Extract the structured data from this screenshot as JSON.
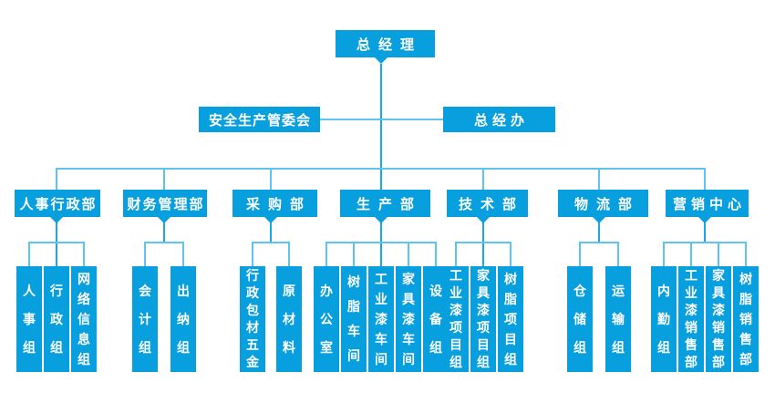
{
  "root": {
    "label": "总经理"
  },
  "staff": [
    {
      "label": "安全生产管委会"
    },
    {
      "label": "总经办"
    }
  ],
  "departments": [
    {
      "label": "人事行政部",
      "children": [
        "人事组",
        "行政组",
        "网络信息组"
      ]
    },
    {
      "label": "财务管理部",
      "children": [
        "会计组",
        "出纳组"
      ]
    },
    {
      "label": "采购部",
      "children": [
        "行政包材五金",
        "原材料"
      ]
    },
    {
      "label": "生产部",
      "children": [
        "办公室",
        "树脂车间",
        "工业漆车间",
        "家具漆车间",
        "设备组"
      ]
    },
    {
      "label": "技术部",
      "children": [
        "工业漆项目组",
        "家具漆项目组",
        "树脂项目组"
      ]
    },
    {
      "label": "物流部",
      "children": [
        "仓储组",
        "运输组"
      ]
    },
    {
      "label": "营销中心",
      "children": [
        "内勤组",
        "工业漆销售部",
        "家具漆销售部",
        "树脂销售部"
      ]
    }
  ],
  "colors": {
    "box": "#089fde",
    "spine": "#1ca6e2",
    "bracket": "#5cc4ee",
    "text": "#ffffff",
    "bg": "#ffffff"
  }
}
